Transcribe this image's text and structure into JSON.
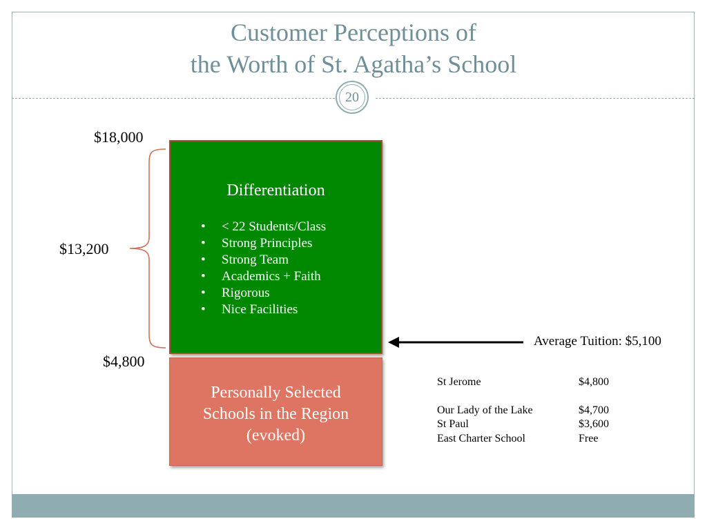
{
  "title": {
    "line1": "Customer Perceptions of",
    "line2": "the Worth of St. Agatha’s School"
  },
  "page_number": "20",
  "price_scale": {
    "top": "$18,000",
    "middle": "$13,200",
    "bottom": "$4,800"
  },
  "differentiation": {
    "heading": "Differentiation",
    "bullets": [
      "< 22 Students/Class",
      "Strong Principles",
      "Strong Team",
      "Academics + Faith",
      "Rigorous",
      "Nice Facilities"
    ]
  },
  "evoked_set": {
    "lines": [
      "Personally Selected",
      "Schools in the Region",
      "(evoked)"
    ]
  },
  "average_tuition": "Average Tuition: $5,100",
  "schools": [
    {
      "name": "St Jerome",
      "price": "$4,800"
    },
    {
      "name": "",
      "price": ""
    },
    {
      "name": "Our Lady of the Lake",
      "price": "$4,700"
    },
    {
      "name": "St Paul",
      "price": "$3,600"
    },
    {
      "name": "East Charter School",
      "price": "Free"
    }
  ],
  "colors": {
    "title": "#6f8f98",
    "accent_band": "#8fadb1",
    "differentiation_box": "#008800",
    "evoked_box": "#de7563",
    "brace": "#d0705a"
  }
}
